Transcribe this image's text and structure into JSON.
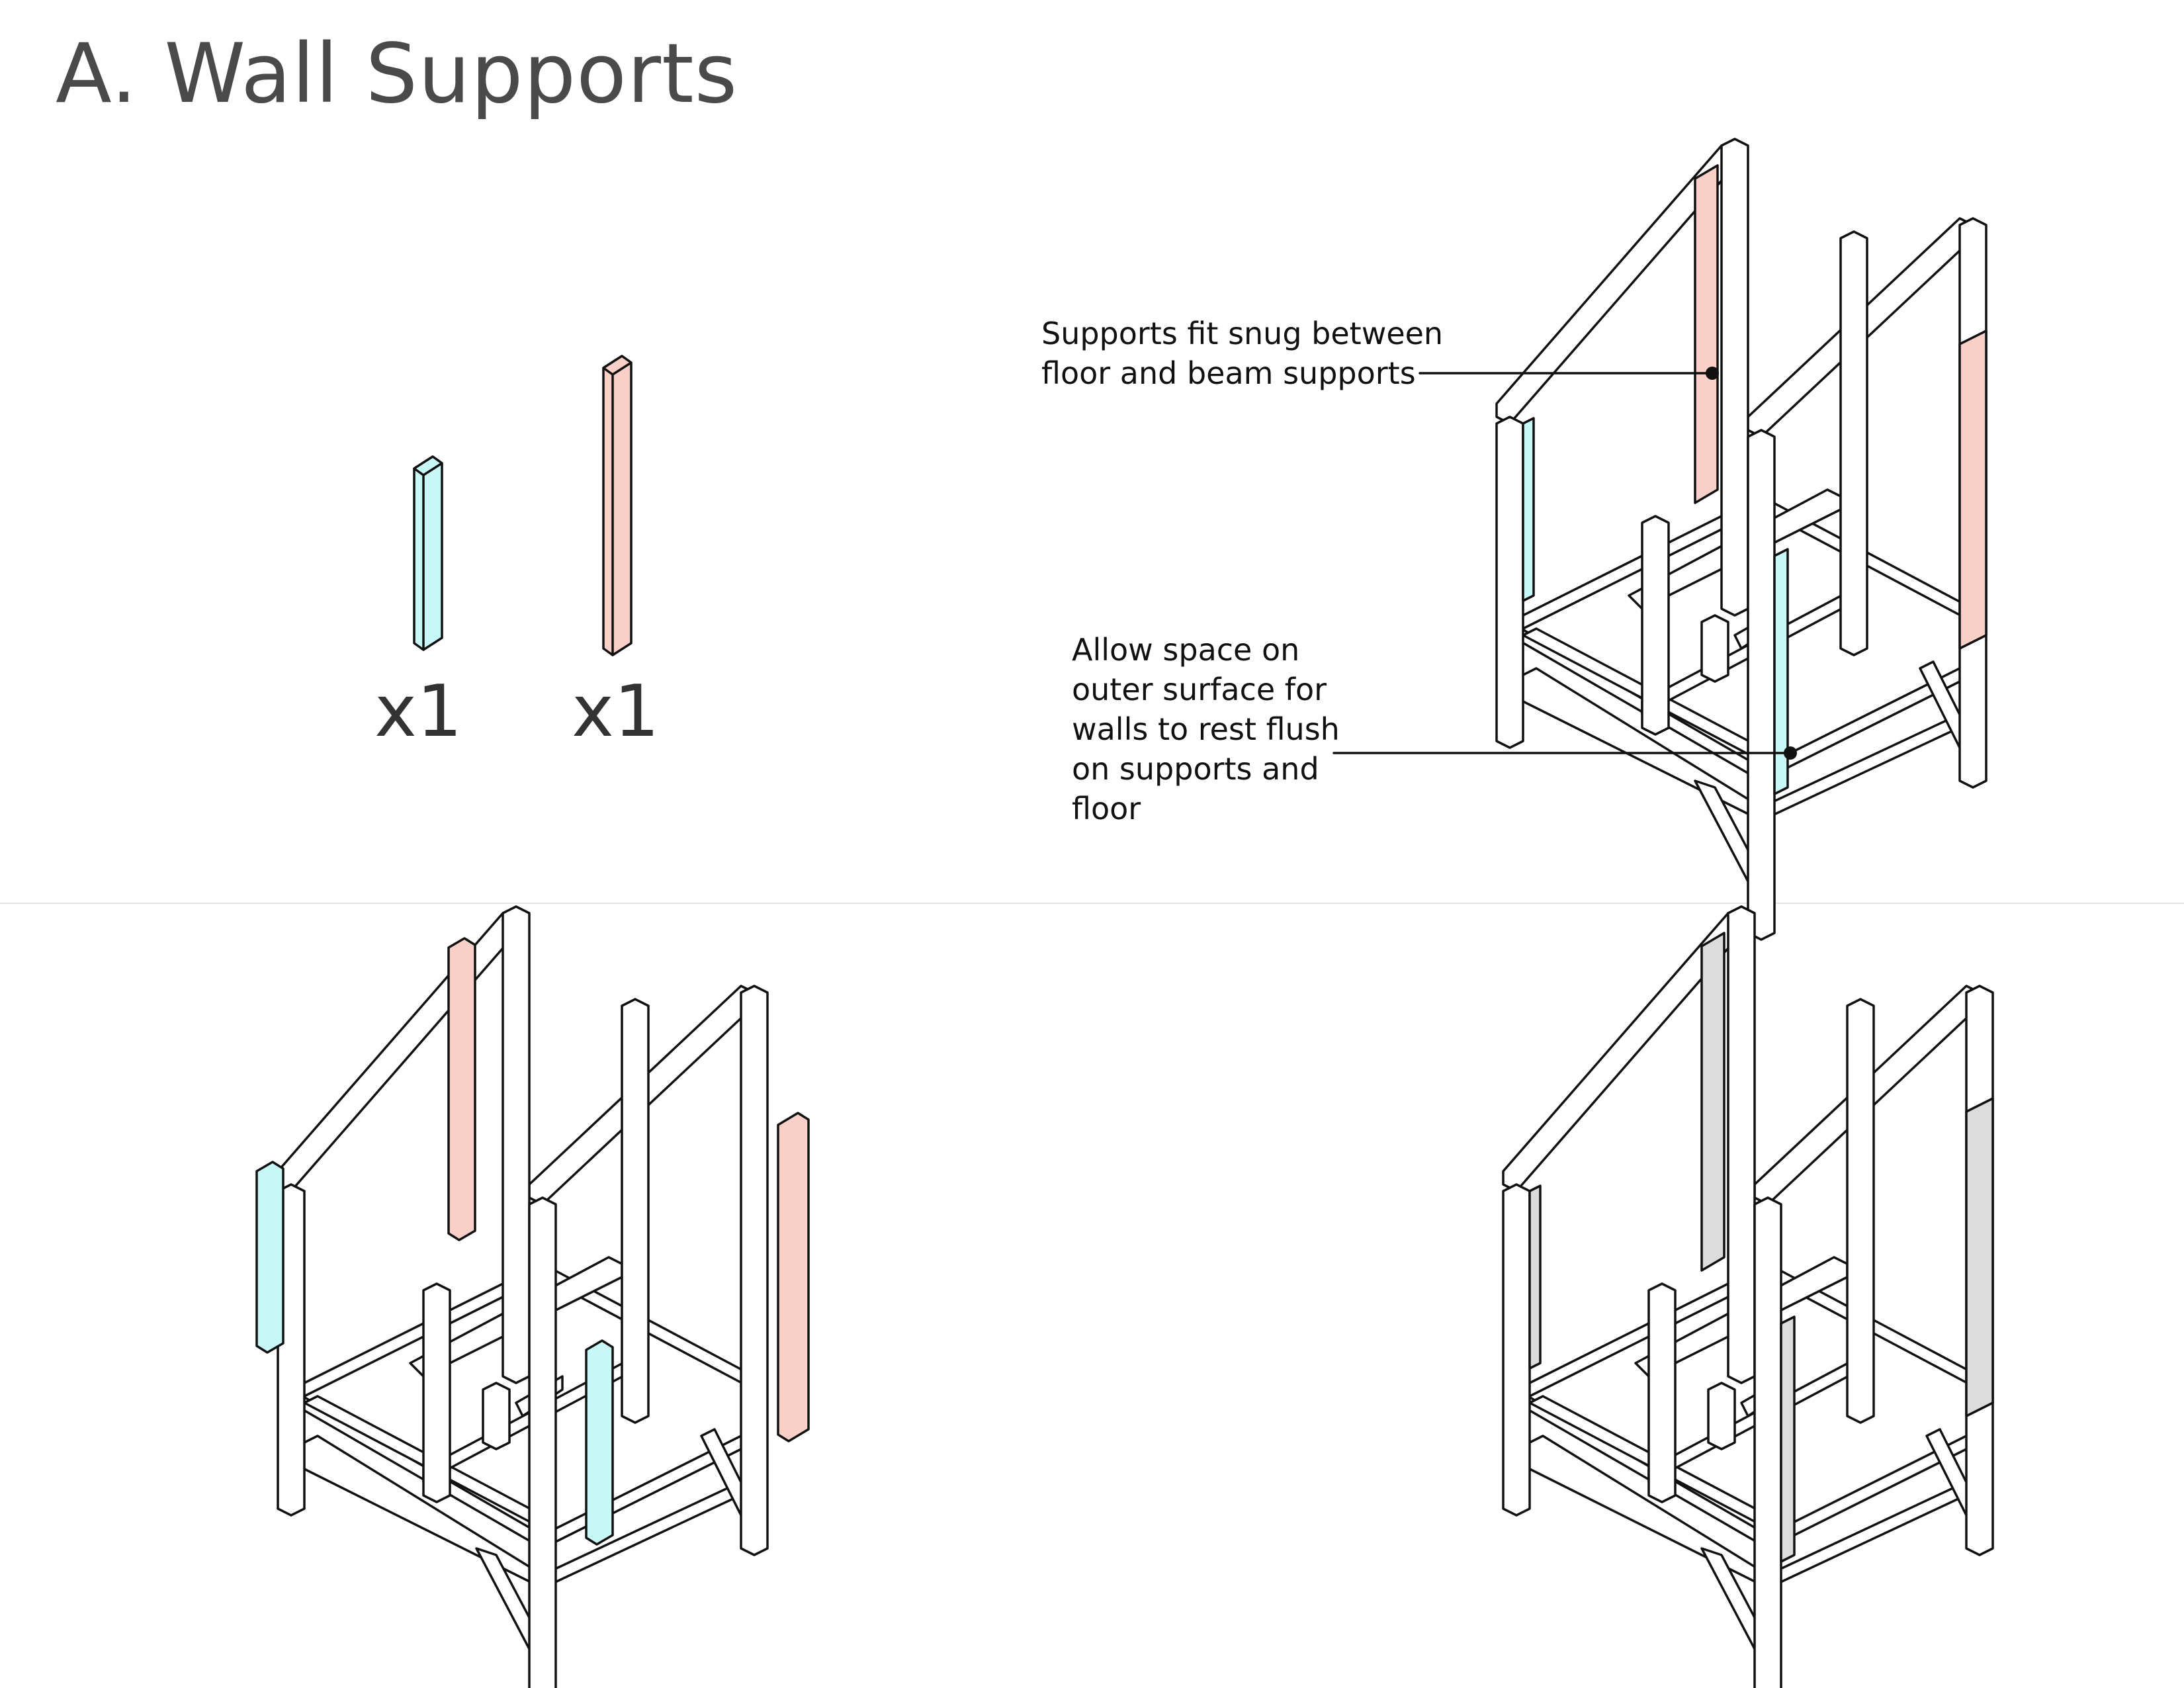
{
  "title": "A. Wall Supports",
  "parts": [
    {
      "color_name": "blue",
      "color": "#c8f7f7",
      "quantity_label": "x1"
    },
    {
      "color_name": "red",
      "color": "#f9d0c8",
      "quantity_label": "x1"
    }
  ],
  "callouts": [
    {
      "text": "Supports fit snug between floor and beam supports"
    },
    {
      "text": "Allow space on outer surface for walls to rest flush on supports and floor"
    }
  ],
  "colors": {
    "line": "#111111",
    "frame": "#ffffff",
    "installed_support": "#dcdcdc",
    "divider": "#e2e2e2",
    "title": "#4a4a4a"
  }
}
